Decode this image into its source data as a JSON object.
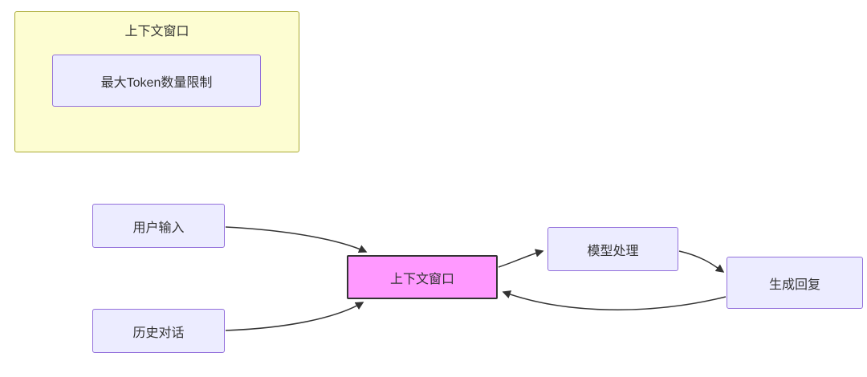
{
  "diagram": {
    "subgraph": {
      "title": "上下文窗口",
      "inner_node": "最大Token数量限制"
    },
    "nodes": {
      "user_input": "用户输入",
      "history_dialog": "历史对话",
      "context_window": "上下文窗口",
      "model_processing": "模型处理",
      "generate_reply": "生成回复"
    },
    "edges": [
      {
        "from": "用户输入",
        "to": "上下文窗口"
      },
      {
        "from": "历史对话",
        "to": "上下文窗口"
      },
      {
        "from": "上下文窗口",
        "to": "模型处理"
      },
      {
        "from": "模型处理",
        "to": "生成回复"
      },
      {
        "from": "生成回复",
        "to": "上下文窗口"
      }
    ],
    "colors": {
      "node_fill": "#ECECFF",
      "node_border": "#9370DB",
      "subgraph_fill": "#FDFDD2",
      "subgraph_border": "#AAAA33",
      "highlight_fill": "#FF99FF",
      "highlight_border": "#333333",
      "edge_stroke": "#333333"
    }
  }
}
